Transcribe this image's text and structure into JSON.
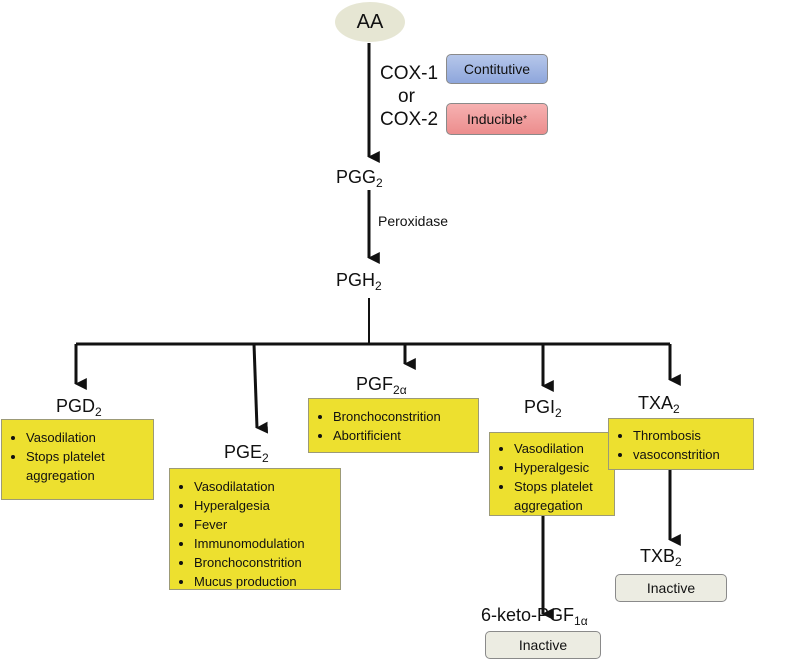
{
  "nodes": {
    "aa": "AA",
    "cox1": "COX-1",
    "or": "or",
    "cox2": "COX-2",
    "pgg": {
      "base": "PGG",
      "sub": "2"
    },
    "peroxidase": "Peroxidase",
    "pgh": {
      "base": "PGH",
      "sub": "2"
    },
    "pgd": {
      "base": "PGD",
      "sub": "2"
    },
    "pge": {
      "base": "PGE",
      "sub": "2"
    },
    "pgf": {
      "base": "PGF",
      "sub": "2α"
    },
    "pgi": {
      "base": "PGI",
      "sub": "2"
    },
    "txa": {
      "base": "TXA",
      "sub": "2"
    },
    "txb": {
      "base": "TXB",
      "sub": "2"
    },
    "keto": {
      "base": "6-keto-PGF",
      "sub": "1α"
    }
  },
  "badges": {
    "constitutive": "Contitutive",
    "inducible": "Inducible",
    "inducible_mark": "*",
    "inactive_txb": "Inactive",
    "inactive_keto": "Inactive"
  },
  "effects": {
    "pgd": [
      "Vasodilation",
      "Stops platelet aggregation"
    ],
    "pge": [
      "Vasodilatation",
      "Hyperalgesia",
      "Fever",
      "Immunomodulation",
      "Bronchoconstrition",
      "Mucus production"
    ],
    "pgf": [
      "Bronchoconstrition",
      "Abortificient"
    ],
    "pgi": [
      "Vasodilation",
      "Hyperalgesic",
      "Stops platelet aggregation"
    ],
    "txa": [
      "Thrombosis",
      "vasoconstrition"
    ]
  },
  "colors": {
    "effect_box": "#ede02f",
    "constitutive": "#9fb4e3",
    "inducible": "#f19f9f",
    "inactive": "#ecece2",
    "aa_node": "#e6e6d3"
  }
}
